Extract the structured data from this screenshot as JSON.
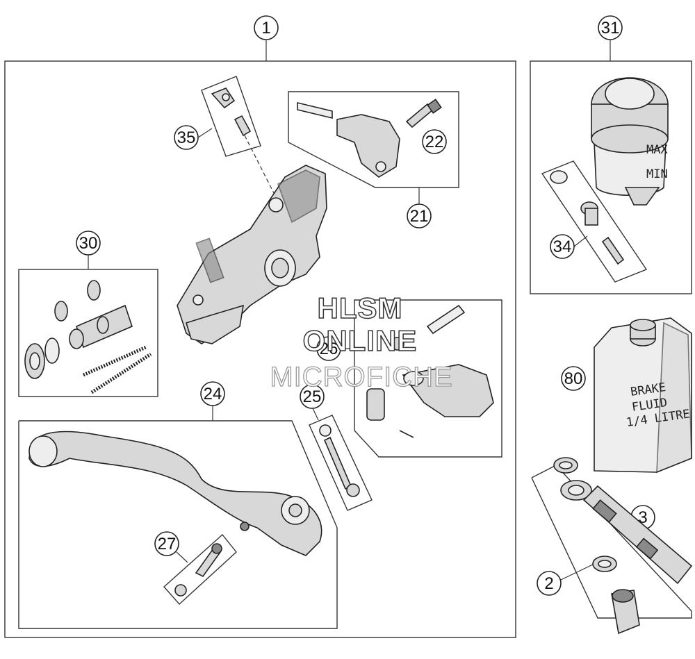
{
  "callouts": {
    "c1": "1",
    "c2": "2",
    "c3": "3",
    "c21": "21",
    "c22": "22",
    "c24": "24",
    "c25": "25",
    "c26": "26",
    "c27": "27",
    "c30": "30",
    "c31": "31",
    "c34": "34",
    "c35": "35",
    "c80": "80"
  },
  "fluid_label": {
    "line1": "BRAKE",
    "line2": "FLUID",
    "line3": "1/4 LITRE"
  },
  "reservoir_marks": {
    "max": "MAX",
    "min": "MIN"
  },
  "watermark": {
    "line1": "HLSM",
    "line2": "ONLINE",
    "line3": "MICROFICHE"
  }
}
